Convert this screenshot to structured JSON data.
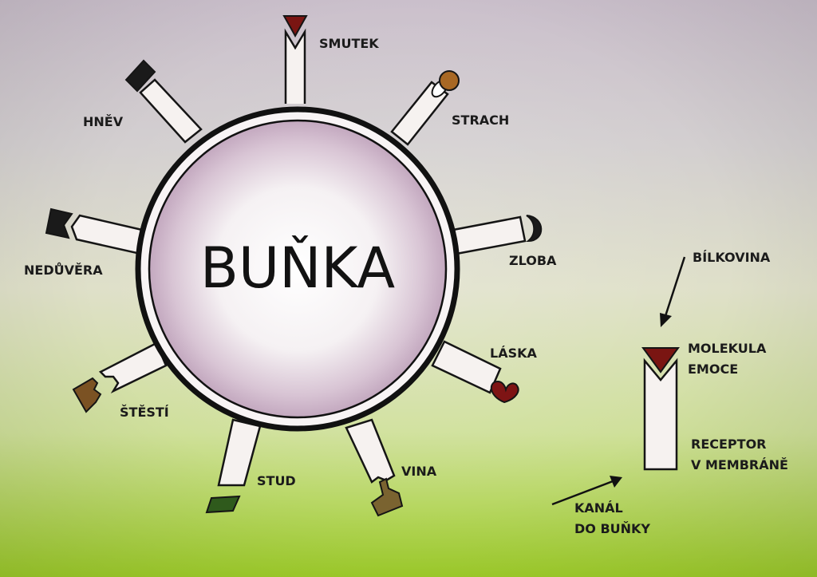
{
  "title": "BUŇKA",
  "receptors": [
    {
      "label": "SMUTEK"
    },
    {
      "label": "STRACH"
    },
    {
      "label": "HNĚV"
    },
    {
      "label": "NEDŮVĚRA"
    },
    {
      "label": "ZLOBA"
    },
    {
      "label": "LÁSKA"
    },
    {
      "label": "ŠTĚSTÍ"
    },
    {
      "label": "STUD"
    },
    {
      "label": "VINA"
    }
  ],
  "legend": {
    "protein": "BÍLKOVINA",
    "molecule_line1": "MOLEKULA",
    "molecule_line2": "EMOCE",
    "receptor_line1": "RECEPTOR",
    "receptor_line2": "V MEMBRÁNĚ",
    "channel_line1": "KANÁL",
    "channel_line2": "DO BUŇKY"
  },
  "colors": {
    "smutek": "#7a1512",
    "strach": "#a86824",
    "hnev": "#1a1a1a",
    "neduvera": "#1a1a1a",
    "zloba": "#1a1a1a",
    "laska": "#7e1414",
    "stesti": "#7b5223",
    "stud": "#2f5a1c",
    "vina": "#7a6330",
    "legend_molecule": "#7a1512"
  }
}
